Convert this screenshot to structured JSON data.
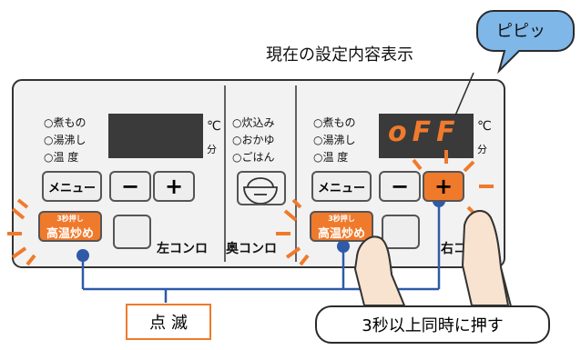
{
  "labels": {
    "current_setting": "現在の設定内容表示",
    "beep": "ピピッ",
    "blink": "点 滅",
    "press": "3秒以上同時に押す"
  },
  "left_burner": {
    "modes": [
      "○煮もの",
      "○湯沸し",
      "○温 度"
    ],
    "units": [
      "℃",
      "分"
    ],
    "menu": "メニュー",
    "minus": "−",
    "plus": "+",
    "sear_top": "3秒押し",
    "sear_bottom": "高温炒め",
    "name": "左コンロ"
  },
  "back_burner": {
    "modes": [
      "○炊込み",
      "○おかゆ",
      "○ごはん"
    ],
    "name": "奥コンロ"
  },
  "right_burner": {
    "modes": [
      "○煮もの",
      "○湯沸し",
      "○温 度"
    ],
    "display": "oFF",
    "units": [
      "℃",
      "分"
    ],
    "menu": "メニュー",
    "minus": "−",
    "plus": "+",
    "sear_top": "3秒押し",
    "sear_bottom": "高温炒め",
    "name": "右コンロ"
  },
  "colors": {
    "accent_orange": "#f07a2c",
    "line_blue": "#2e5aa8",
    "display_text": "#f07a2c",
    "display_bg": "#3a3a3a",
    "panel_bg": "#f2f2f2",
    "beep_bubble": "#7fb7e8"
  }
}
